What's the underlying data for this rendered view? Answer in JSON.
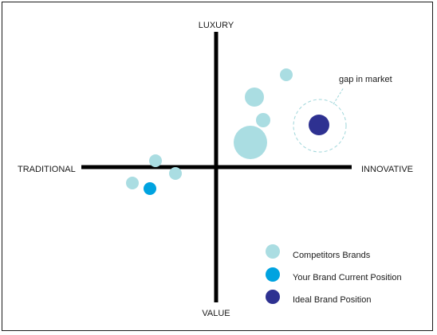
{
  "axes": {
    "top_label": "LUXURY",
    "bottom_label": "VALUE",
    "left_label": "TRADITIONAL",
    "right_label": "INNOVATIVE"
  },
  "annotation": {
    "text": "gap in market"
  },
  "legend": {
    "items": [
      {
        "label": "Competitors Brands",
        "color": "#aadde2"
      },
      {
        "label": "Your Brand Current Position",
        "color": "#00a3e0"
      },
      {
        "label": "Ideal Brand Position",
        "color": "#2e3191"
      }
    ]
  },
  "colors": {
    "axis": "#000000",
    "competitor": "#aadde2",
    "current": "#00a3e0",
    "ideal": "#2e3191",
    "gap_ring": "#9fd6da"
  }
}
